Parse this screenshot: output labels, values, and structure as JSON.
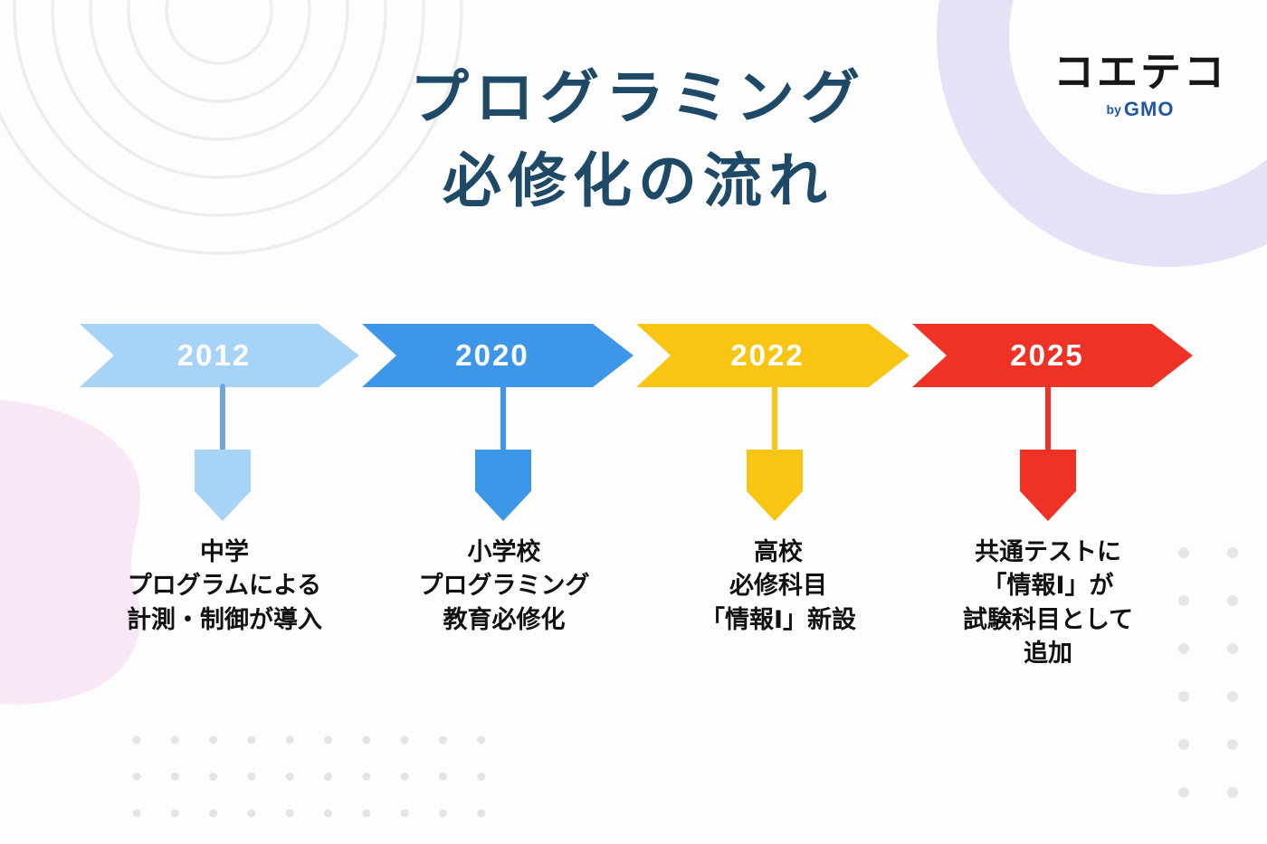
{
  "title": {
    "text": "プログラミング\n必修化の流れ",
    "color": "#1E4A68"
  },
  "logo": {
    "brand": "コエテコ",
    "byline_prefix": "by",
    "byline_brand": "GMO",
    "byline_color": "#2156A5"
  },
  "timeline": {
    "items": [
      {
        "year": "2012",
        "color": "#A6D3F6",
        "stem_color": "#6FA6DD",
        "description": "中学\nプログラムによる\n計測・制御が導入"
      },
      {
        "year": "2020",
        "color": "#3E96E8",
        "stem_color": "#3E96E8",
        "description": "小学校\nプログラミング\n教育必修化"
      },
      {
        "year": "2022",
        "color": "#F9C513",
        "stem_color": "#F9C513",
        "description": "高校\n必修科目\n「情報Ⅰ」新設"
      },
      {
        "year": "2025",
        "color": "#EF3226",
        "stem_color": "#EF3226",
        "description": "共通テストに\n「情報Ⅰ」が\n試験科目として\n追加"
      }
    ]
  },
  "decorations": {
    "concentric_circles_color": "#EDEDED",
    "ring_color": "#E6E1F6",
    "pink_blob_color": "#F9E7F5",
    "dot_color": "#E4E4E4",
    "background": "#FDFDFE"
  }
}
